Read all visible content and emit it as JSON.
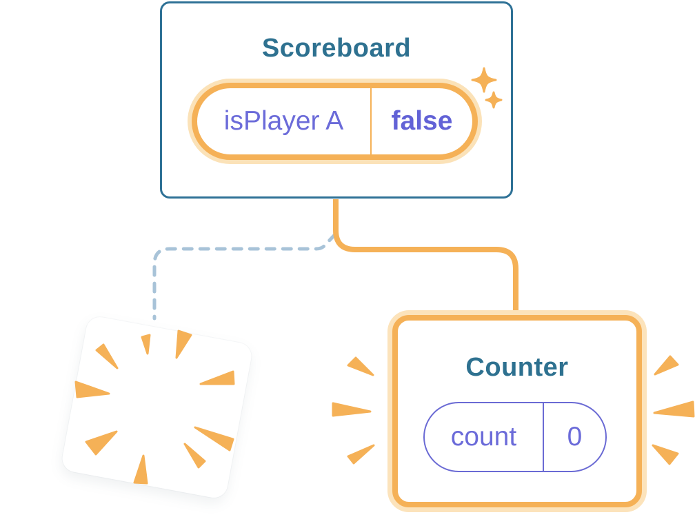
{
  "diagram": {
    "scoreboard": {
      "title": "Scoreboard",
      "state": {
        "name": "isPlayer A",
        "value": "false"
      }
    },
    "counter": {
      "title": "Counter",
      "state": {
        "name": "count",
        "value": "0"
      }
    }
  },
  "colors": {
    "card_border_blue": "#2e7196",
    "title_blue": "#2e7190",
    "orange": "#f5b157",
    "orange_pale": "#fbe2b8",
    "state_purple": "#6b6bd9",
    "dashed_line_blue": "#a8c3d8",
    "background": "#ffffff"
  },
  "icons": {
    "sparkles": "sparkle-stars-icon",
    "poof": "poof-burst-icon",
    "left_burst": "emphasis-burst-left-icon",
    "right_burst": "emphasis-burst-right-icon"
  }
}
